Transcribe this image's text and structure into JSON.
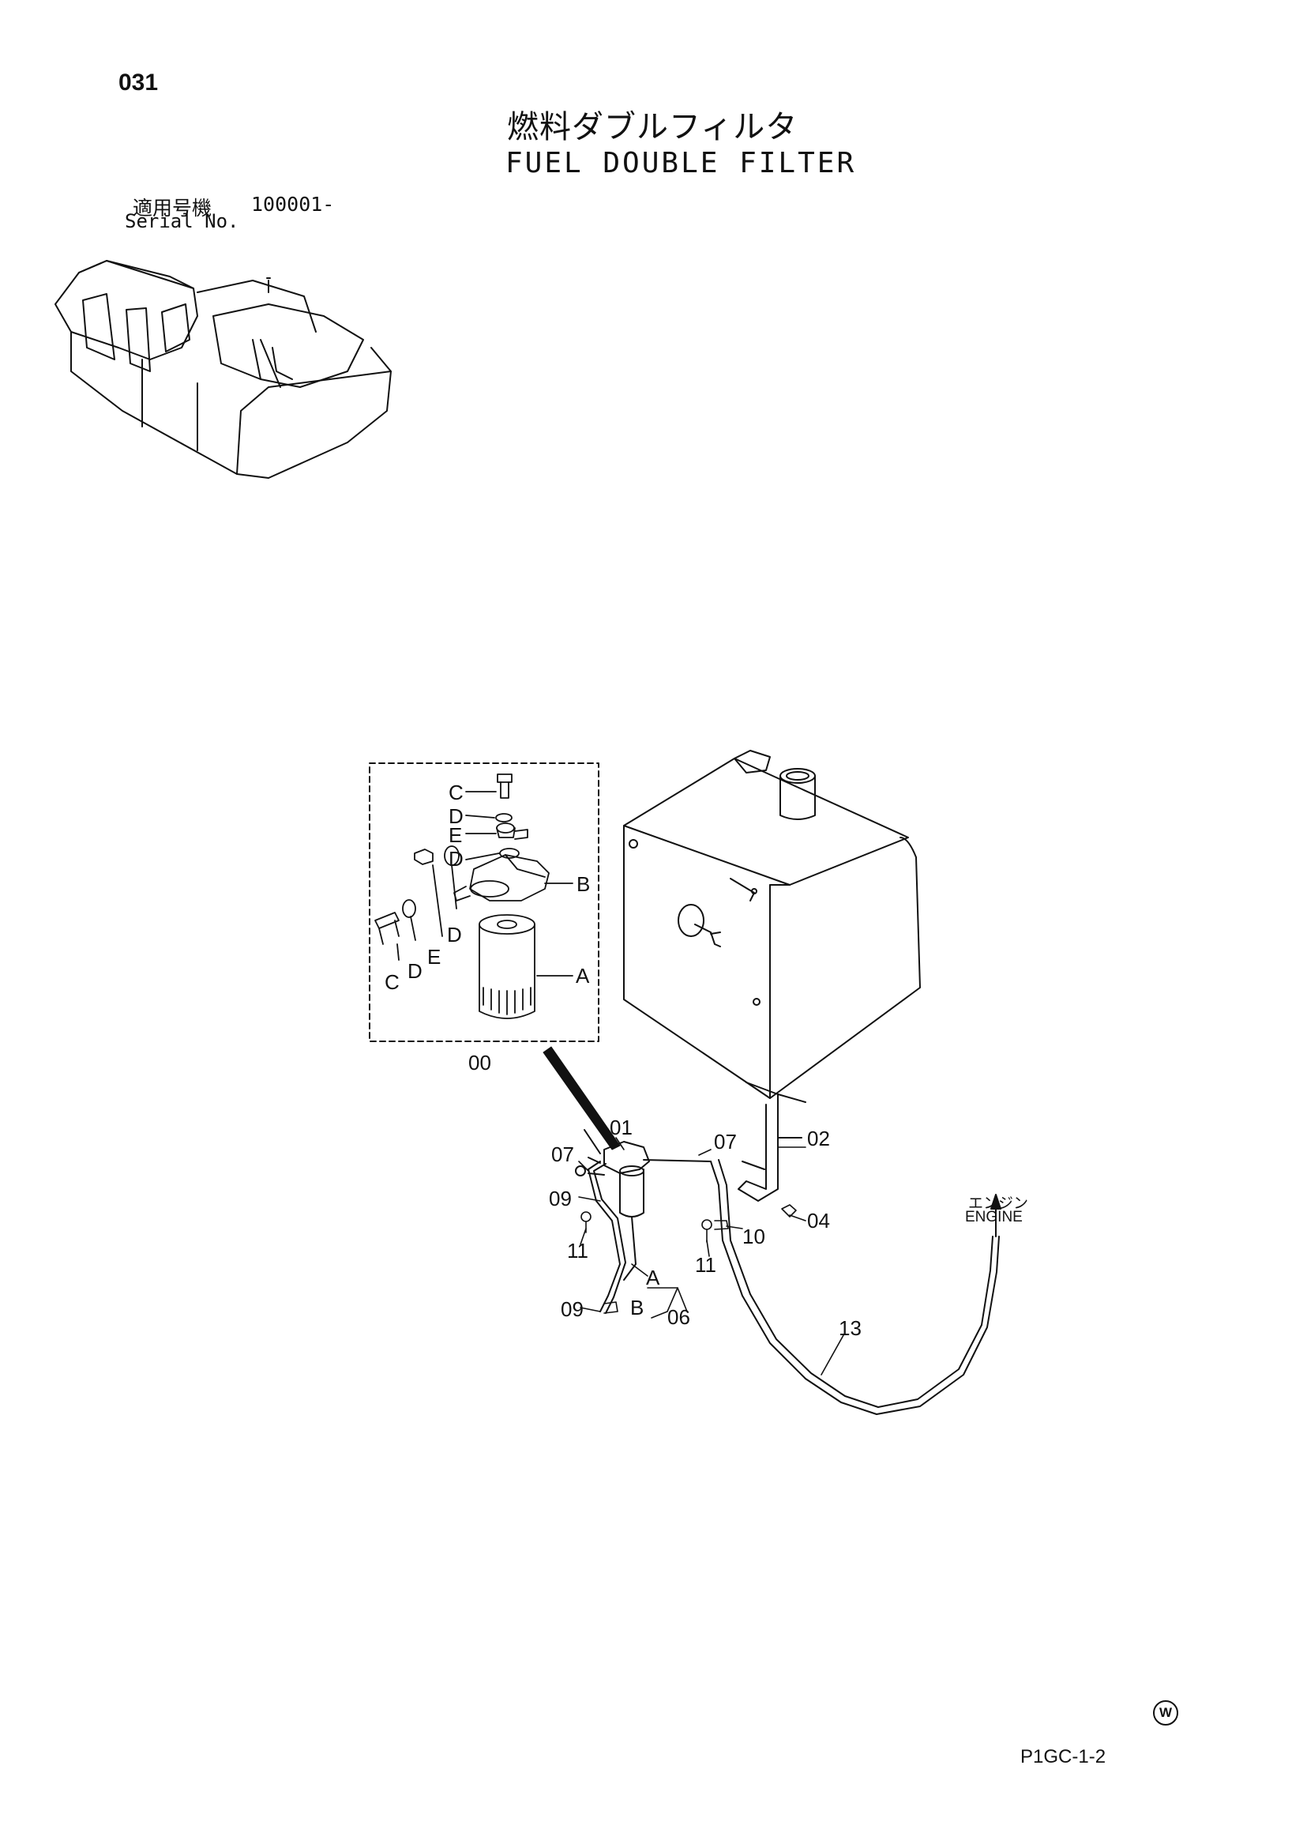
{
  "header": {
    "page_number": "031",
    "title_jp": "燃料ダブルフィルタ",
    "title_en": "FUEL DOUBLE FILTER",
    "serial_label_jp": "適用号機",
    "serial_value": "100001-",
    "serial_label_en": "Serial No."
  },
  "diagram": {
    "inset_labels": {
      "c_top": "C",
      "d_top": "D",
      "e_top": "E",
      "d_mid": "D",
      "b": "B",
      "d_side": "D",
      "e_side": "E",
      "d_low": "D",
      "c_low": "C",
      "a": "A",
      "assy": "00"
    },
    "callouts": {
      "p01": "01",
      "p02": "02",
      "p04": "04",
      "p06": "06",
      "p07a": "07",
      "p07b": "07",
      "p09a": "09",
      "p09b": "09",
      "p10": "10",
      "p11a": "11",
      "p11b": "11",
      "p13": "13",
      "hose_a": "A",
      "hose_b": "B"
    },
    "engine_jp": "エンジン",
    "engine_en": "ENGINE"
  },
  "footer": {
    "mark": "W",
    "code": "P1GC-1-2"
  }
}
